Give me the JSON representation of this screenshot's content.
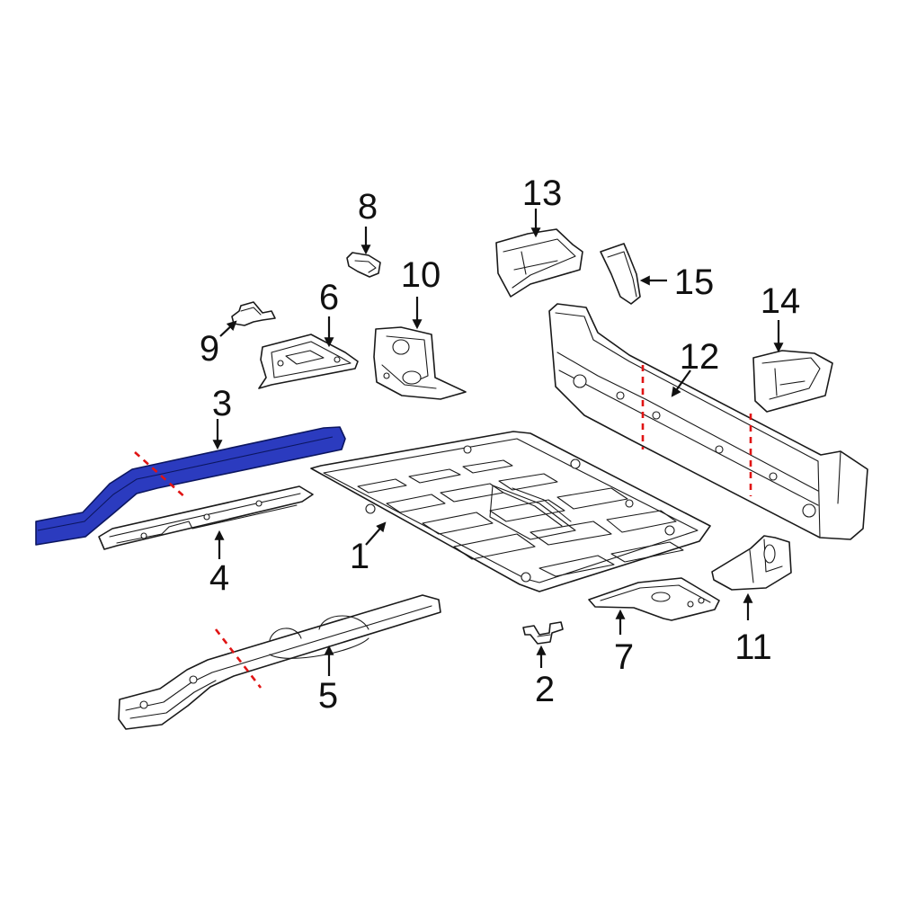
{
  "diagram": {
    "highlight_color": "#2b3bbf",
    "cut_line_color": "#e01414",
    "callouts": {
      "c1": "1",
      "c2": "2",
      "c3": "3",
      "c4": "4",
      "c5": "5",
      "c6": "6",
      "c7": "7",
      "c8": "8",
      "c9": "9",
      "c10": "10",
      "c11": "11",
      "c12": "12",
      "c13": "13",
      "c14": "14",
      "c15": "15"
    }
  }
}
